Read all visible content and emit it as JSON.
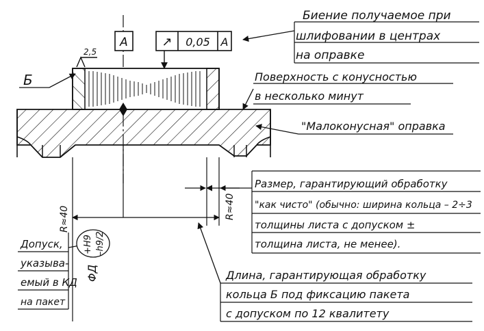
{
  "frame": {
    "datum": "A",
    "runout_symbol": "↗",
    "tolerance": "0,05",
    "reference": "A"
  },
  "roughness": "2,5",
  "ring_label": "Б",
  "notes": {
    "runout": [
      "Биение получаемое при",
      "шлифовании в центрах",
      "на оправке"
    ],
    "taper": [
      "Поверхность с конусностью",
      "в несколько минут"
    ],
    "mandrel": "\"Малоконусная\" оправка",
    "size": [
      "Размер, гарантирующий обработку",
      "\"как чисто\" (обычно: ширина кольца – 2÷3",
      "толщины листа  с допуском ±",
      "толщина листа, не менее)."
    ],
    "length": [
      "Длина, гарантирующая обработку",
      "кольца Б под фиксацию пакета",
      "с допуском по 12 квалитету"
    ],
    "tolerance": [
      "Допуск,",
      "указыва-",
      "емый в КД",
      "на пакет"
    ]
  },
  "radius_left": "R≈40",
  "radius_right": "R≈40",
  "diameter": {
    "symbol": "ΦД",
    "upper": "+H9",
    "lower": "–h9/2"
  }
}
